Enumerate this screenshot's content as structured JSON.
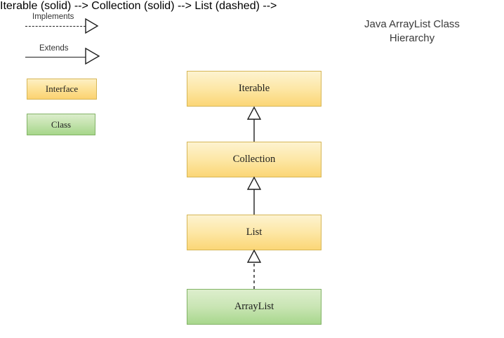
{
  "title": {
    "text": "Java ArrayList Class\nHierarchy"
  },
  "legend": {
    "relations": [
      {
        "label": "Implements",
        "line_style": "dashed",
        "arrowhead": "hollow-triangle"
      },
      {
        "label": "Extends",
        "line_style": "solid",
        "arrowhead": "hollow-triangle"
      }
    ],
    "swatches": [
      {
        "label": "Interface",
        "fill": "#fde39a",
        "border": "#d6b656"
      },
      {
        "label": "Class",
        "fill": "#c5e3af",
        "border": "#82b366"
      }
    ]
  },
  "hierarchy": {
    "nodes": [
      {
        "label": "Iterable",
        "kind": "interface"
      },
      {
        "label": "Collection",
        "kind": "interface"
      },
      {
        "label": "List",
        "kind": "interface"
      },
      {
        "label": "ArrayList",
        "kind": "class"
      }
    ],
    "edges": [
      {
        "from": "Collection",
        "to": "Iterable",
        "relation": "Extends",
        "line_style": "solid"
      },
      {
        "from": "List",
        "to": "Collection",
        "relation": "Extends",
        "line_style": "solid"
      },
      {
        "from": "ArrayList",
        "to": "List",
        "relation": "Implements",
        "line_style": "dashed"
      }
    ]
  },
  "colors": {
    "background": "#ffffff",
    "interface_fill": "#fde39a",
    "interface_border": "#d6b656",
    "class_fill": "#c5e3af",
    "class_border": "#82b366",
    "line": "#1f1f1f",
    "text": "#1c1c1c"
  }
}
